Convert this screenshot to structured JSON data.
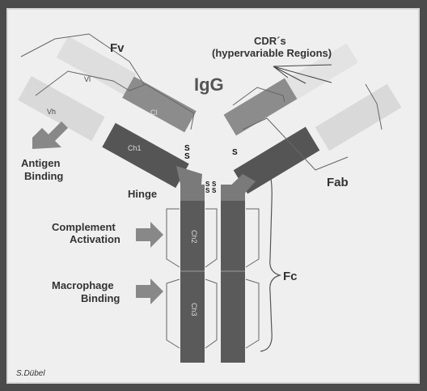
{
  "diagram": {
    "title": "IgG",
    "labels": {
      "fv": "Fv",
      "cdr_title": "CDR´s",
      "cdr_subtitle": "(hypervariable Regions)",
      "vl": "Vl",
      "vh": "Vh",
      "cl": "Cl",
      "ch1": "Ch1",
      "antigen_binding_1": "Antigen",
      "antigen_binding_2": "Binding",
      "hinge": "Hinge",
      "fab": "Fab",
      "complement_1": "Complement",
      "complement_2": "Activation",
      "ch2": "Ch2",
      "ch3": "Ch3",
      "fc": "Fc",
      "macrophage_1": "Macrophage",
      "macrophage_2": "Binding",
      "disulfide": "S",
      "credit": "S.Dübel"
    }
  },
  "colors": {
    "background": "#4b4b4b",
    "panel": "#efefef",
    "heavy_chain_dark": "#5a5a5a",
    "heavy_chain_mid": "#8a8a8a",
    "light_chain_mid": "#8c8c8c",
    "variable_light": "#dcdcdc",
    "arrow": "#888888",
    "outline": "#555555"
  }
}
